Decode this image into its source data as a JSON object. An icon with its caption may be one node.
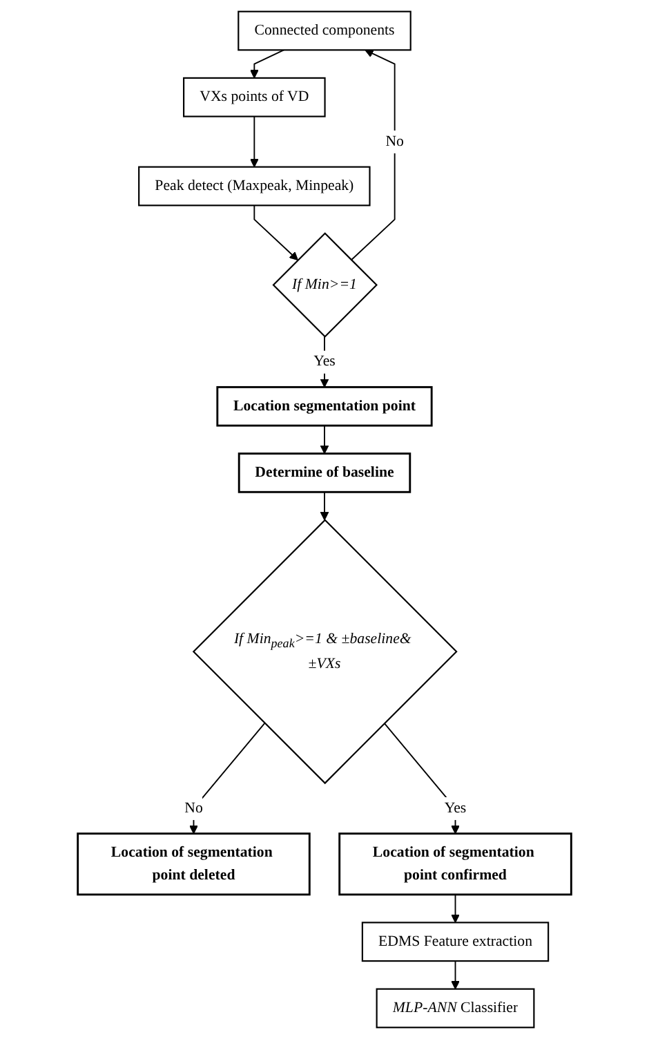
{
  "diagram": {
    "nodes": [
      {
        "text": [
          "Connected components"
        ]
      },
      {
        "text": [
          "VXs points of VD"
        ]
      },
      {
        "text": [
          "Peak detect (Maxpeak, Minpeak)"
        ]
      },
      {
        "text": [
          "If Min>=1"
        ]
      },
      {
        "text": [
          "Location segmentation point"
        ]
      },
      {
        "text": [
          "Determine of baseline"
        ]
      },
      {
        "text": [
          "If Min$_{peak}$>=1 & ±baseline& ±VXs"
        ]
      },
      {
        "text": [
          "Location of segmentation point deleted"
        ]
      },
      {
        "text": [
          "Location of segmentation point confirmed"
        ]
      },
      {
        "text": [
          "*MLP-ANN* Classifier"
        ]
      },
      {
        "text": [
          "EDMS Feature extraction"
        ]
      }
    ],
    "edges": [
      {
        "from": 0,
        "to": 1,
        "arrow": "to"
      },
      {
        "from": 1,
        "to": 2,
        "arrow": "to"
      },
      {
        "from": 2,
        "to": 3,
        "arrow": "to"
      },
      {
        "from": 3,
        "to": 0,
        "arrow": "to",
        "label": "No"
      },
      {
        "from": 3,
        "to": 4,
        "arrow": "to",
        "label": "Yes"
      },
      {
        "from": 4,
        "to": 5,
        "arrow": "to"
      },
      {
        "from": 5,
        "to": 6,
        "arrow": "to"
      },
      {
        "from": 6,
        "to": 7,
        "arrow": "to",
        "label": "No"
      },
      {
        "from": 6,
        "to": 8,
        "arrow": "to",
        "label": "Yes"
      },
      {
        "from": 8,
        "to": 10,
        "arrow": "to"
      },
      {
        "from": 10,
        "to": 9,
        "arrow": "to"
      }
    ]
  }
}
